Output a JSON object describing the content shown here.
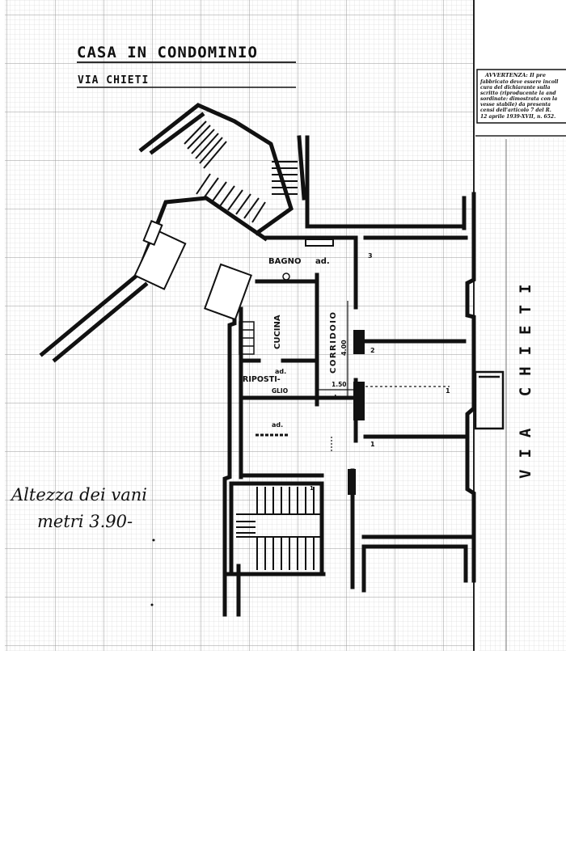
{
  "header": {
    "title": "CASA IN CONDOMINIO",
    "subtitle": "VIA CHIETI"
  },
  "warning_box": {
    "heading": "AVVERTENZA: Il pre",
    "lines": [
      "fabbricato deve essere incoll",
      "cura del dichiarante sulla",
      "scritto (riproducente la and",
      "sordinate: dimostrata con la",
      "vesse stabile) da presenta",
      "censi dell'articolo 7 del R.",
      "12 aprile 1939-XVII, n. 652."
    ]
  },
  "street_label": "VIA CHIETI",
  "rooms": {
    "bagno": "BAGNO",
    "bagno_tag": "ad.",
    "cucina": "CUCINA",
    "ripostiglio_a": "RIPOSTI-",
    "ripostiglio_b": "GLIO",
    "ripostiglio_tag": "ad.",
    "corridoio": "CORRIDOIO",
    "corr_width": "4.00",
    "corr_dim": "1.50",
    "corr_tag": "ad.",
    "room_tag": "ad.",
    "room_num_1": "1",
    "room_num_2": "2",
    "room_num_3": "3",
    "side_mark": "1",
    "stair_num": "1"
  },
  "note": {
    "line1": "Altezza dei vani",
    "line2": "metri 3.90-"
  },
  "colors": {
    "ink": "#111111",
    "grid": "#b8b8b8",
    "paper": "#ffffff"
  }
}
